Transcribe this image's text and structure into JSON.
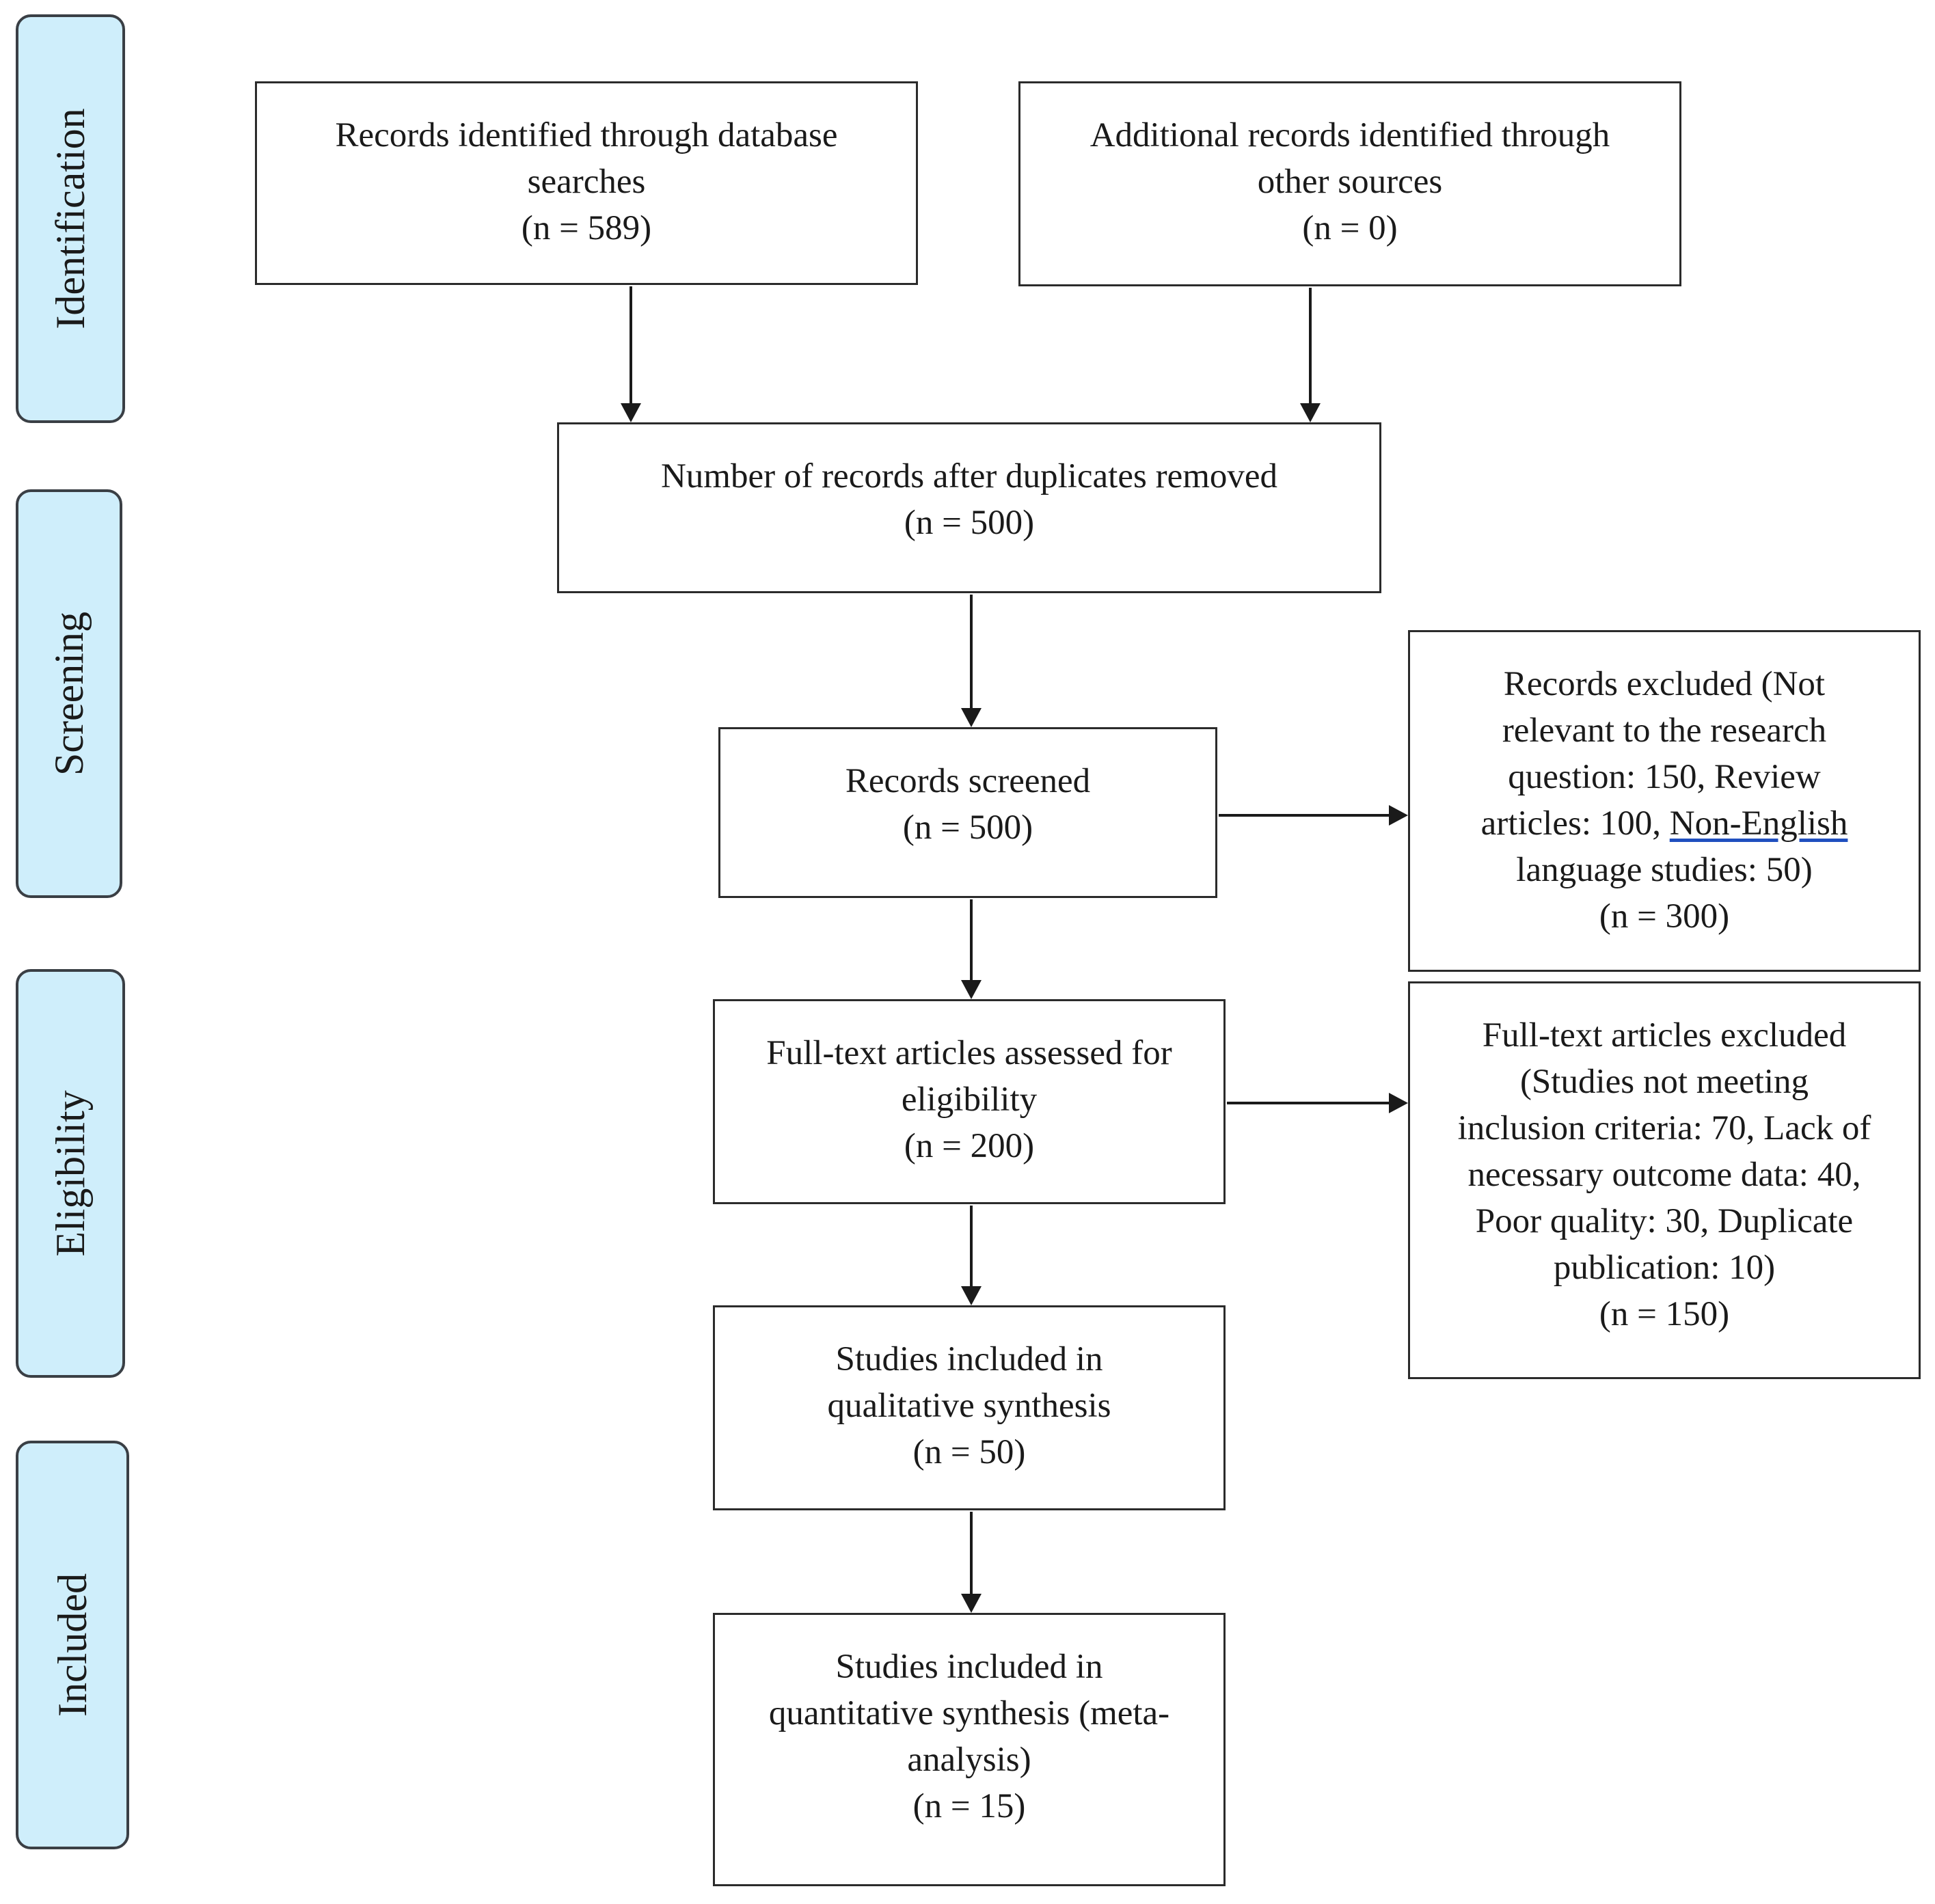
{
  "phases": {
    "identification": "Identification",
    "screening": "Screening",
    "eligibility": "Eligibility",
    "included": "Included"
  },
  "boxes": {
    "db_search": "Records identified through database\nsearches\n(n = 589)",
    "other_sources": "Additional records identified through\nother sources\n(n = 0)",
    "after_duplicates": "Number of records after duplicates removed\n(n = 500)",
    "screened": "Records screened\n(n = 500)",
    "excluded_screen_pre": "Records excluded (Not\nrelevant to the research\nquestion: 150, Review\narticles: 100, ",
    "excluded_screen_underlined": "Non-English",
    "excluded_screen_post": "\nlanguage studies: 50)\n(n = 300)",
    "fulltext_assessed": "Full-text articles assessed for\neligibility\n(n = 200)",
    "fulltext_excluded": "Full-text articles excluded\n(Studies not meeting\ninclusion criteria: 70, Lack of\nnecessary outcome data: 40,\nPoor quality: 30, Duplicate\npublication: 10)\n(n = 150)",
    "qualitative": "Studies included in\nqualitative synthesis\n(n = 50)",
    "quantitative": "Studies included in\nquantitative synthesis (meta-\nanalysis)\n(n = 15)"
  },
  "colors": {
    "phase_fill": "#cfeefb",
    "phase_border": "#3a3f45",
    "box_border": "#2b2b2b",
    "underline": "#1f4fbf"
  }
}
